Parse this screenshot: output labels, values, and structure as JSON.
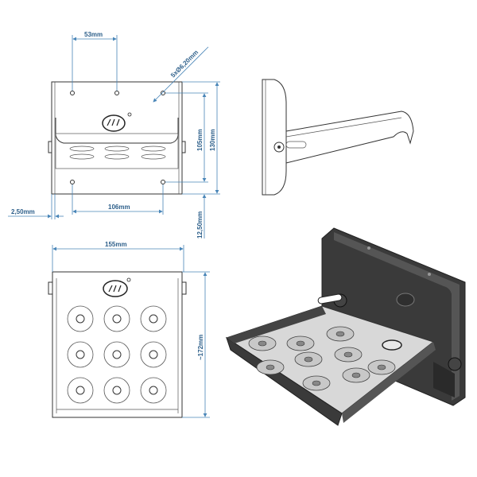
{
  "dimensions": {
    "hole_spacing_top": "53mm",
    "hole_diameter": "5xØ6,20mm",
    "hole_spacing_vertical": "105mm",
    "plate_height": "130mm",
    "hole_spacing_bottom": "106mm",
    "plate_thickness": "2,50mm",
    "offset_bottom": "12,50mm",
    "step_width": "155mm",
    "step_depth": "~172mm"
  },
  "colors": {
    "dimension": "#4a86b8",
    "metal_dark": "#3a3a3a",
    "step_surface": "#d8d8d8"
  }
}
